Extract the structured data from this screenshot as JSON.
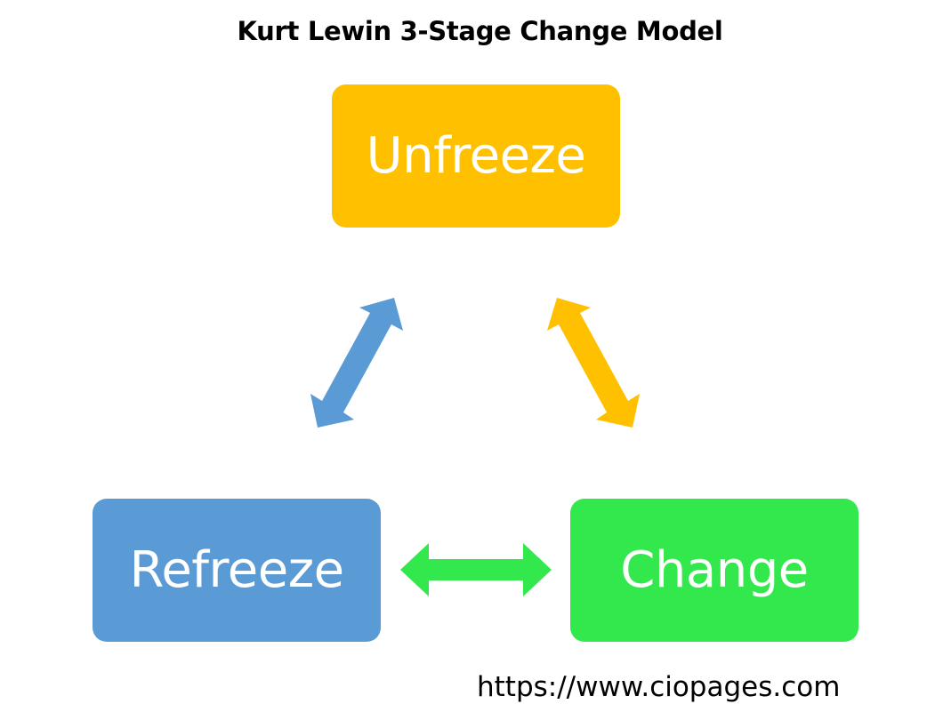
{
  "title": "Kurt Lewin 3-Stage Change Model",
  "stages": {
    "unfreeze": {
      "label": "Unfreeze",
      "color": "#FFC000"
    },
    "refreeze": {
      "label": "Refreeze",
      "color": "#5B9BD5"
    },
    "change": {
      "label": "Change",
      "color": "#33E84C"
    }
  },
  "arrows": {
    "unfreeze_refreeze": {
      "color": "#5B9BD5"
    },
    "unfreeze_change": {
      "color": "#FFC000"
    },
    "refreeze_change": {
      "color": "#33E84C"
    }
  },
  "source_url": "https://www.ciopages.com"
}
